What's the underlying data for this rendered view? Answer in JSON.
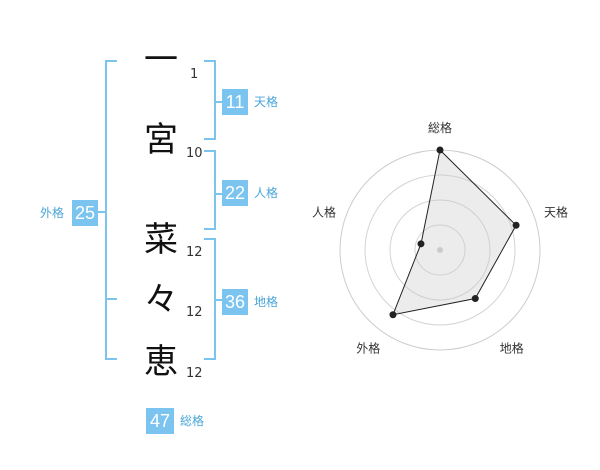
{
  "name": {
    "chars": [
      {
        "char": "一",
        "strokes": "1"
      },
      {
        "char": "宮",
        "strokes": "10"
      },
      {
        "char": "菜",
        "strokes": "12"
      },
      {
        "char": "々",
        "strokes": "12"
      },
      {
        "char": "恵",
        "strokes": "12"
      }
    ]
  },
  "fortune": {
    "tenkaku": {
      "value": "11",
      "label": "天格"
    },
    "jinkaku": {
      "value": "22",
      "label": "人格"
    },
    "chikaku": {
      "value": "36",
      "label": "地格"
    },
    "gaikaku": {
      "value": "25",
      "label": "外格"
    },
    "soukaku": {
      "value": "47",
      "label": "総格"
    }
  },
  "colors": {
    "accent": "#7cc4f0",
    "accent_text": "#4aa5d8"
  },
  "chart_data": {
    "type": "radar",
    "axes": [
      "総格",
      "天格",
      "地格",
      "外格",
      "人格"
    ],
    "values": [
      5,
      4,
      3,
      4,
      1
    ],
    "max": 5,
    "rings": 4
  }
}
